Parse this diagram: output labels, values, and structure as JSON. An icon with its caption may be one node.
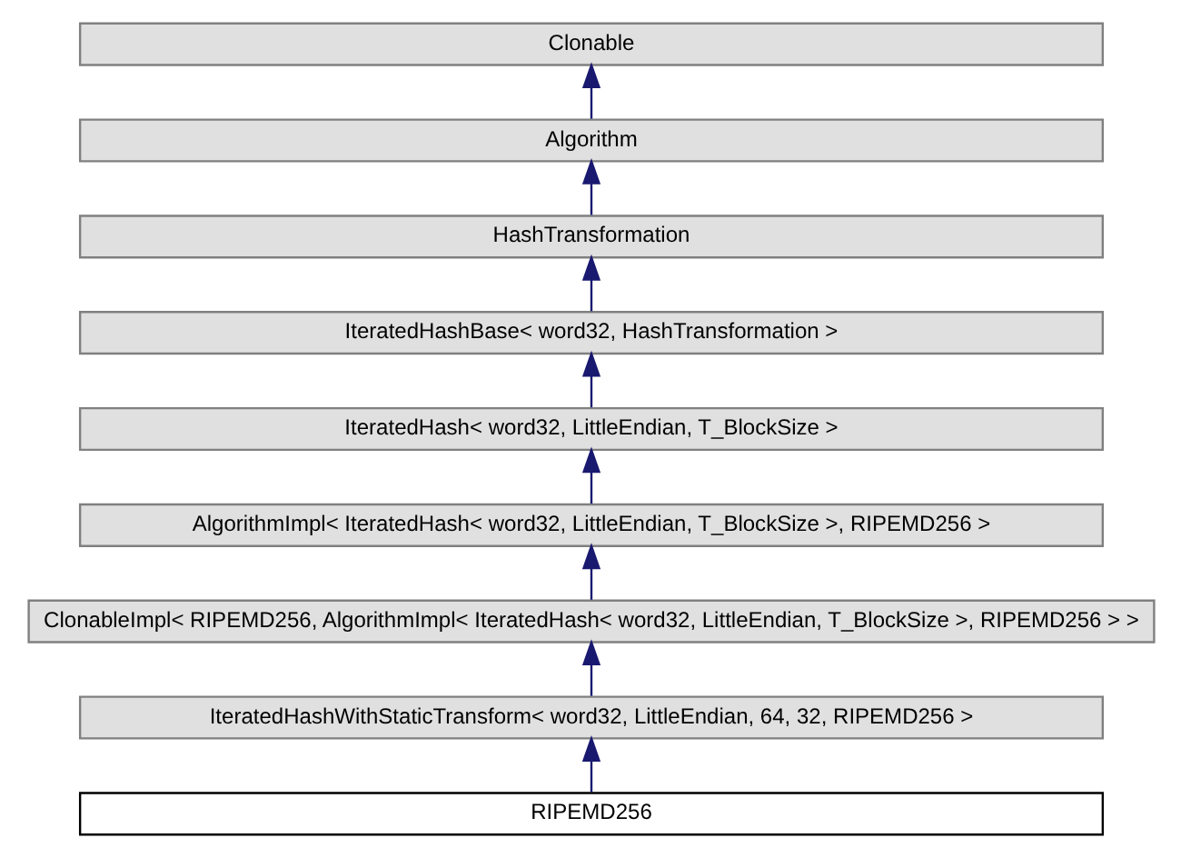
{
  "diagram": {
    "nodes": [
      {
        "text": [
          "Clonable"
        ]
      },
      {
        "text": [
          "Algorithm"
        ]
      },
      {
        "text": [
          "HashTransformation"
        ]
      },
      {
        "text": [
          "IteratedHashBase< word32, HashTransformation >"
        ]
      },
      {
        "text": [
          "IteratedHash< word32, LittleEndian, T_BlockSize >"
        ]
      },
      {
        "text": [
          "AlgorithmImpl< IteratedHash< word32, LittleEndian, T_BlockSize >, RIPEMD256 >"
        ]
      },
      {
        "text": [
          "ClonableImpl< RIPEMD256, AlgorithmImpl< IteratedHash< word32, LittleEndian, T_BlockSize >, RIPEMD256 > >"
        ]
      },
      {
        "text": [
          "IteratedHashWithStaticTransform< word32, LittleEndian, 64, 32, RIPEMD256 >"
        ]
      },
      {
        "text": [
          "RIPEMD256"
        ]
      }
    ],
    "edges": [
      {
        "from": 1,
        "to": 0,
        "arrow": "to",
        "color": "#191970"
      },
      {
        "from": 2,
        "to": 1,
        "arrow": "to",
        "color": "#191970"
      },
      {
        "from": 3,
        "to": 2,
        "arrow": "to",
        "color": "#191970"
      },
      {
        "from": 4,
        "to": 3,
        "arrow": "to",
        "color": "#191970"
      },
      {
        "from": 5,
        "to": 4,
        "arrow": "to",
        "color": "#191970"
      },
      {
        "from": 6,
        "to": 5,
        "arrow": "to",
        "color": "#191970"
      },
      {
        "from": 7,
        "to": 6,
        "arrow": "to",
        "color": "#191970"
      },
      {
        "from": 8,
        "to": 7,
        "arrow": "to",
        "color": "#191970"
      }
    ]
  }
}
